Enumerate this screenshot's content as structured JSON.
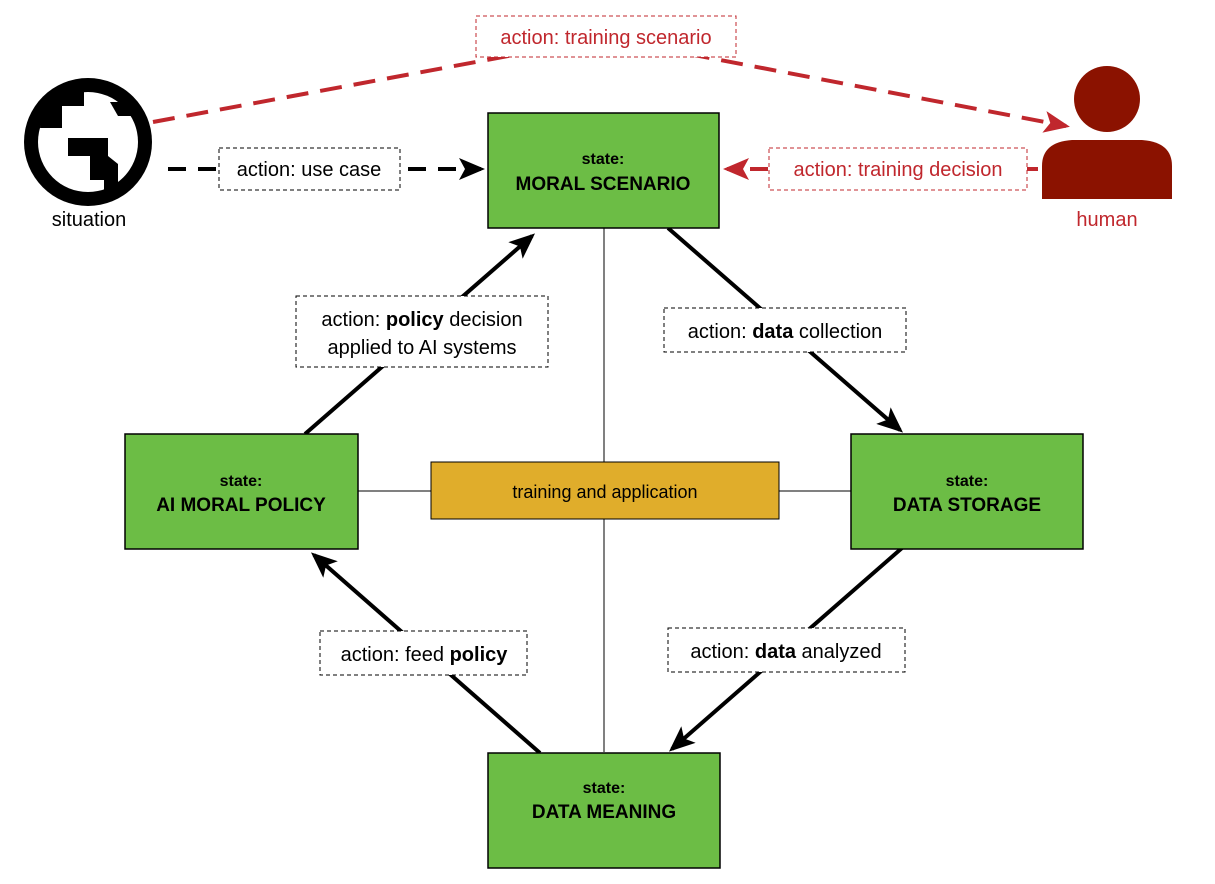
{
  "actors": {
    "situation": {
      "label": "situation",
      "icon": "globe-icon"
    },
    "human": {
      "label": "human",
      "icon": "person-icon",
      "color": "#8b1200"
    }
  },
  "states": {
    "moral_scenario": {
      "prefix": "state:",
      "name": "MORAL SCENARIO"
    },
    "ai_moral_policy": {
      "prefix": "state:",
      "name": "AI MORAL POLICY"
    },
    "data_storage": {
      "prefix": "state:",
      "name": "DATA STORAGE"
    },
    "data_meaning": {
      "prefix": "state:",
      "name": "DATA MEANING"
    }
  },
  "center": {
    "label": "training and application"
  },
  "actions": {
    "training_scenario": {
      "text": "action: training scenario"
    },
    "use_case": {
      "text": "action: use case"
    },
    "training_decision": {
      "text": "action: training decision"
    },
    "policy_decision": {
      "prefix": "action: ",
      "bold": "policy",
      "suffix": " decision",
      "line2": "applied to AI systems"
    },
    "data_collection": {
      "prefix": "action: ",
      "bold": "data",
      "suffix": " collection"
    },
    "feed_policy": {
      "prefix": "action: feed ",
      "bold": "policy",
      "suffix": ""
    },
    "data_analyzed": {
      "prefix": "action: ",
      "bold": "data",
      "suffix": " analyzed"
    }
  },
  "colors": {
    "state_fill": "#6cbd45",
    "center_fill": "#e0ad2b",
    "red": "#c0272d",
    "human": "#8b1200",
    "black": "#000000"
  }
}
